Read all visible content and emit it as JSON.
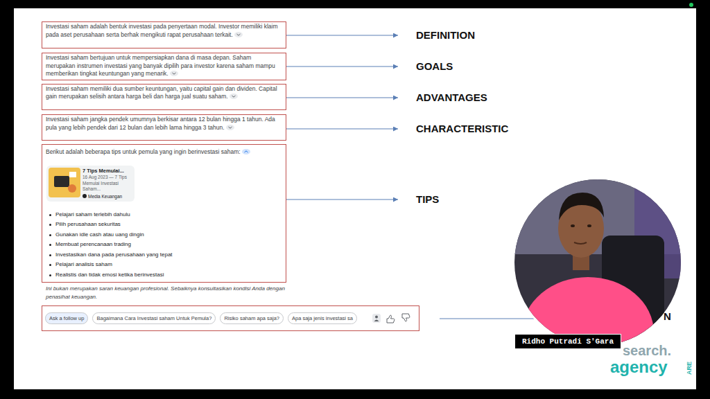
{
  "diagram": {
    "nodes": [
      {
        "text": [
          "Investasi saham adalah bentuk investasi pada penyertaan modal. Investor memiliki klaim pada aset perusahaan serta berhak mengikuti rapat perusahaan terkait."
        ]
      },
      {
        "text": [
          "DEFINITION"
        ]
      },
      {
        "text": [
          "Investasi saham bertujuan untuk mempersiapkan dana di masa depan. Saham merupakan instrumen investasi yang banyak dipilih para investor karena saham mampu memberikan tingkat keuntungan yang menarik."
        ]
      },
      {
        "text": [
          "GOALS"
        ]
      },
      {
        "text": [
          "Investasi saham memiliki dua sumber keuntungan, yaitu capital gain dan dividen. Capital gain merupakan selisih antara harga beli dan harga jual suatu saham."
        ]
      },
      {
        "text": [
          "ADVANTAGES"
        ]
      },
      {
        "text": [
          "Investasi saham jangka pendek umumnya berkisar antara 12 bulan hingga 1 tahun. Ada pula yang lebih pendek dari 12 bulan dan lebih lama hingga 3 tahun."
        ]
      },
      {
        "text": [
          "CHARACTERISTIC"
        ]
      },
      {
        "text": [
          "Berikut adalah beberapa tips untuk pemula yang ingin berinvestasi saham:",
          "Pelajari saham terlebih dahulu",
          "Pilih perusahaan sekuritas",
          "Gunakan idle cash atau uang dingin",
          "Membuat perencanaan trading",
          "Investasikan dana pada perusahaan yang tepat",
          "Pelajari analisis saham",
          "Realistis dan tidak emosi ketika berinvestasi"
        ]
      },
      {
        "text": [
          "7 Tips Memulai...",
          "16 Aug 2023 — 7 Tips Memulai Investasi Saham...",
          "Media Keuangan"
        ],
        "in": 8
      },
      {
        "text": [
          "TIPS"
        ]
      },
      {
        "text": [
          "Ask a follow up",
          "Bagaimana Cara Investasi saham Untuk Pemula?",
          "Risiko saham apa saja?",
          "Apa saja jenis investasi sa"
        ]
      },
      {
        "text": [
          "Ridho Putradi S'Gara"
        ]
      }
    ],
    "edges": [
      {
        "from": 0,
        "to": 1,
        "arrow": "to"
      },
      {
        "from": 2,
        "to": 3,
        "arrow": "to"
      },
      {
        "from": 4,
        "to": 5,
        "arrow": "to"
      },
      {
        "from": 6,
        "to": 7,
        "arrow": "to"
      },
      {
        "from": 8,
        "to": 10,
        "arrow": "to"
      }
    ],
    "labels": [
      "Ini bukan merupakan saran keuangan profesional. Sebaiknya konsultasikan kondisi Anda dengan penasihat keuangan.",
      "N",
      "search.",
      "agency",
      "ARE"
    ]
  }
}
